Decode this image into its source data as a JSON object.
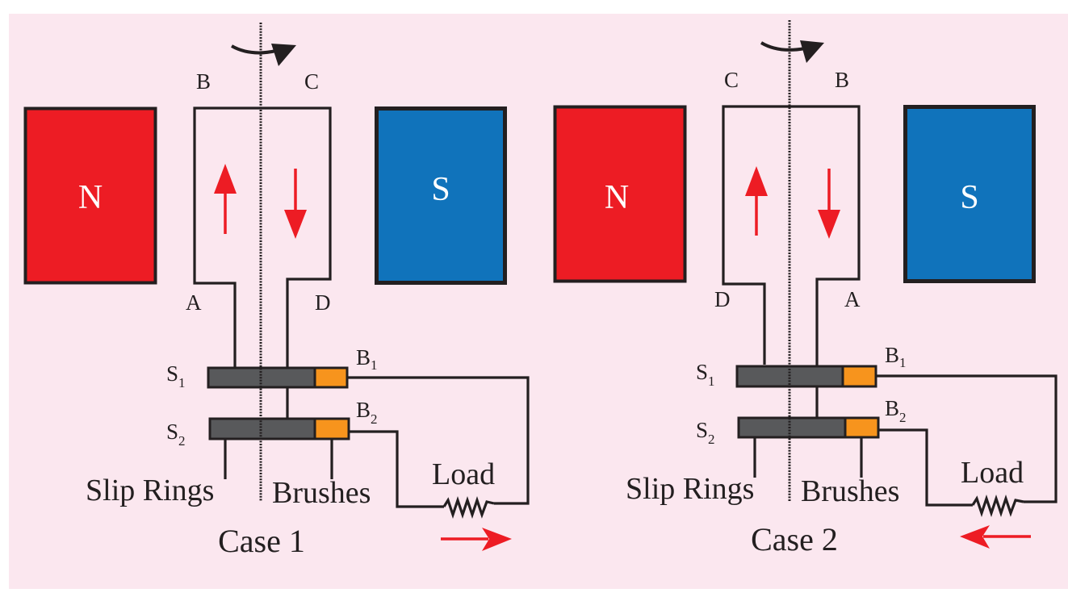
{
  "colors": {
    "background": "#fbe7ef",
    "north_pole": "#ed1c24",
    "south_pole": "#1073bb",
    "slip_ring": "#58595b",
    "brush": "#f7941d",
    "current_arrow": "#ed1c24",
    "line": "#231f20"
  },
  "cases": [
    {
      "title": "Case 1",
      "north_label": "N",
      "south_label": "S",
      "coil_top_left_label": "B",
      "coil_top_right_label": "C",
      "coil_bottom_left_label": "A",
      "coil_bottom_right_label": "D",
      "slip_ring_1": {
        "main": "S",
        "sub": "1"
      },
      "slip_ring_2": {
        "main": "S",
        "sub": "2"
      },
      "brush_1": {
        "main": "B",
        "sub": "1"
      },
      "brush_2": {
        "main": "B",
        "sub": "2"
      },
      "slip_rings_caption": "Slip Rings",
      "brushes_caption": "Brushes",
      "load_label": "Load",
      "rotation_direction": "clockwise",
      "left_conductor_current": "up",
      "right_conductor_current": "down",
      "load_current_direction": "right"
    },
    {
      "title": "Case 2",
      "north_label": "N",
      "south_label": "S",
      "coil_top_left_label": "C",
      "coil_top_right_label": "B",
      "coil_bottom_left_label": "D",
      "coil_bottom_right_label": "A",
      "slip_ring_1": {
        "main": "S",
        "sub": "1"
      },
      "slip_ring_2": {
        "main": "S",
        "sub": "2"
      },
      "brush_1": {
        "main": "B",
        "sub": "1"
      },
      "brush_2": {
        "main": "B",
        "sub": "2"
      },
      "slip_rings_caption": "Slip Rings",
      "brushes_caption": "Brushes",
      "load_label": "Load",
      "rotation_direction": "clockwise",
      "left_conductor_current": "up",
      "right_conductor_current": "down",
      "load_current_direction": "left"
    }
  ]
}
